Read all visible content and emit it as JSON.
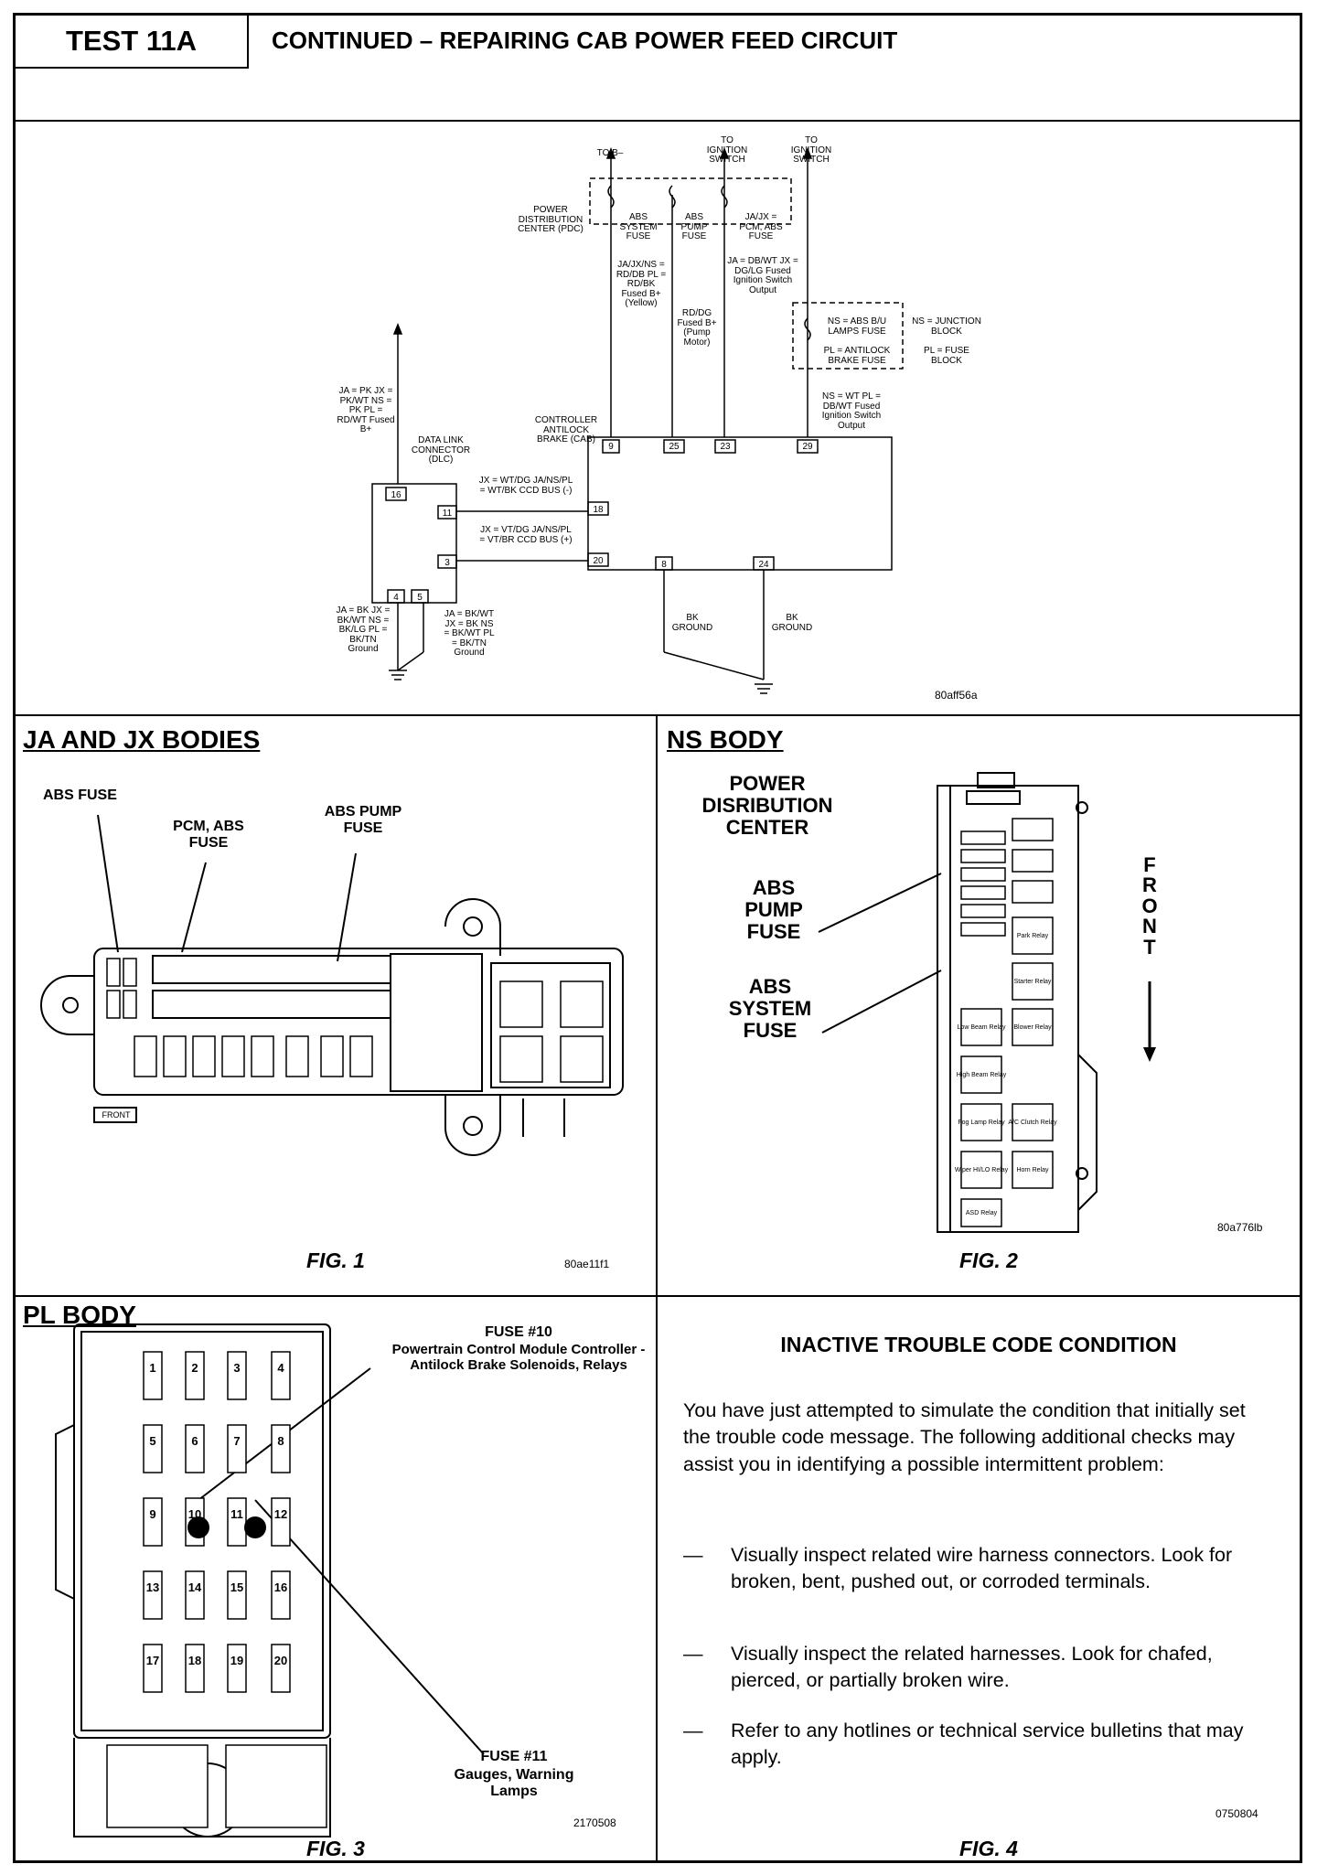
{
  "header": {
    "test_label": "TEST 11A",
    "title": "CONTINUED – REPAIRING CAB POWER FEED CIRCUIT"
  },
  "schematic": {
    "to_b_plus": "TO B–",
    "to_ignition_1": "TO IGNITION SWITCH",
    "to_ignition_2": "TO IGNITION SWITCH",
    "pdc_label": "POWER DISTRIBUTION CENTER (PDC)",
    "abs_system_fuse": "ABS SYSTEM FUSE",
    "abs_pump_fuse": "ABS PUMP FUSE",
    "ja_jx_pcm_abs_fuse": "JA/JX = PCM, ABS FUSE",
    "wire_fused_b": "JA/JX/NS = RD/DB PL = RD/BK Fused B+ (Yellow)",
    "wire_pump": "RD/DG Fused B+ (Pump Motor)",
    "wire_ign": "JA = DB/WT JX = DG/LG Fused Ignition Switch Output",
    "ns_abs_lamp_fuse": "NS = ABS B/U LAMPS FUSE",
    "pl_antilock_fuse": "PL = ANTILOCK BRAKE FUSE",
    "ns_junction_block": "NS = JUNCTION BLOCK",
    "pl_fuse_block": "PL = FUSE BLOCK",
    "wire_ns_wt": "NS = WT PL = DB/WT Fused Ignition Switch Output",
    "wire_pk": "JA = PK JX = PK/WT NS = PK PL = RD/WT Fused B+",
    "dlc_label": "DATA LINK CONNECTOR (DLC)",
    "cab_label": "CONTROLLER ANTILOCK BRAKE (CAB)",
    "ccd_minus": "JX = WT/DG JA/NS/PL = WT/BK CCD BUS (-)",
    "ccd_plus": "JX = VT/DG JA/NS/PL = VT/BR CCD BUS (+)",
    "ground_left_a": "JA = BK JX = BK/WT NS = BK/LG PL = BK/TN Ground",
    "ground_left_b": "JA = BK/WT JX = BK NS = BK/WT PL = BK/TN Ground",
    "bk_ground_1": "BK GROUND",
    "bk_ground_2": "BK GROUND",
    "pins_cab": [
      "9",
      "25",
      "23",
      "29",
      "18",
      "20",
      "8",
      "24"
    ],
    "pins_dlc": [
      "16",
      "11",
      "3",
      "4",
      "5"
    ],
    "code": "80aff56a"
  },
  "fig1": {
    "title": "JA AND JX BODIES",
    "abs_fuse": "ABS FUSE",
    "pcm_abs_fuse": "PCM, ABS FUSE",
    "abs_pump_fuse": "ABS PUMP FUSE",
    "front": "FRONT",
    "caption": "FIG. 1",
    "code": "80ae11f1"
  },
  "fig2": {
    "title": "NS BODY",
    "pdc": "POWER DISRIBUTION CENTER",
    "abs_pump_fuse": "ABS PUMP FUSE",
    "abs_system_fuse": "ABS SYSTEM FUSE",
    "front_letters": [
      "F",
      "R",
      "O",
      "N",
      "T"
    ],
    "relays": [
      "Park Relay",
      "Starter Relay",
      "Low Beam Relay",
      "Blower Relay",
      "High Beam Relay",
      "Fog Lamp Relay",
      "A/C Clutch Relay",
      "Wiper HI/LO Relay",
      "Horn Relay",
      "ASD Relay"
    ],
    "caption": "FIG. 2",
    "code": "80a776lb"
  },
  "fig3": {
    "title": "PL BODY",
    "fuse10_title": "FUSE #10",
    "fuse10_desc": "Powertrain Control Module Controller - Antilock Brake Solenoids, Relays",
    "fuse11_title": "FUSE #11",
    "fuse11_desc": "Gauges, Warning Lamps",
    "fuse_numbers": [
      "1",
      "2",
      "3",
      "4",
      "5",
      "6",
      "7",
      "8",
      "9",
      "10",
      "11",
      "12",
      "13",
      "14",
      "15",
      "16",
      "17",
      "18",
      "19",
      "20"
    ],
    "caption": "FIG. 3",
    "code": "2170508"
  },
  "fig4": {
    "title": "INACTIVE TROUBLE CODE CONDITION",
    "intro": "You have just attempted to simulate the condition that initially set the trouble code message. The following additional checks may assist you in identifying a possible intermittent problem:",
    "bullets": [
      "Visually inspect related wire harness connectors. Look for broken, bent, pushed out, or corroded terminals.",
      "Visually inspect the related harnesses. Look for chafed, pierced, or partially broken wire.",
      "Refer to any hotlines or technical service bulletins that may apply."
    ],
    "dash": "—",
    "caption": "FIG. 4",
    "code": "0750804"
  }
}
